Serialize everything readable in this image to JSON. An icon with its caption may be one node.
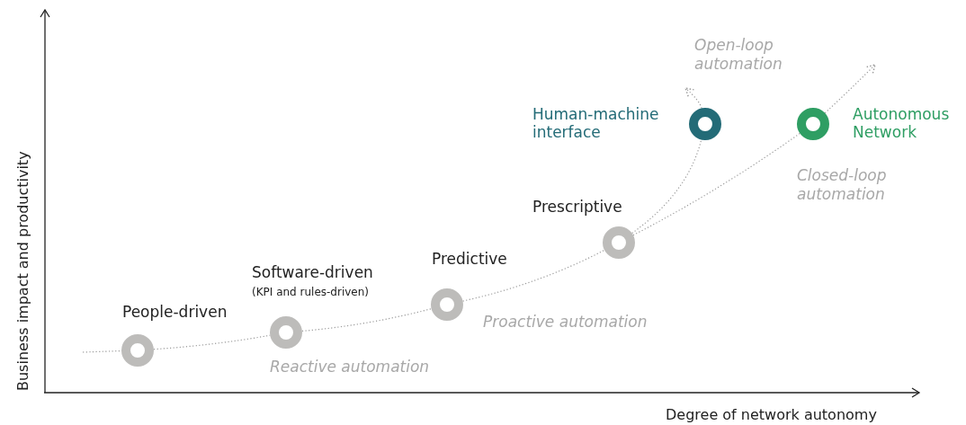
{
  "diagram": {
    "nodes": [
      {
        "text": [
          "People-driven"
        ]
      },
      {
        "text": [
          "Software-driven",
          "(KPI and rules-driven)"
        ]
      },
      {
        "text": [
          "Predictive"
        ]
      },
      {
        "text": [
          "Prescriptive"
        ]
      },
      {
        "text": [
          "Human-machine interface"
        ]
      },
      {
        "text": [
          "Autonomous Network"
        ]
      }
    ],
    "edges": [
      {
        "from": null,
        "to": 0,
        "arrow": "none"
      },
      {
        "from": 0,
        "to": 1,
        "arrow": "none"
      },
      {
        "from": 1,
        "to": 2,
        "arrow": "none"
      },
      {
        "from": 2,
        "to": 3,
        "arrow": "none"
      },
      {
        "from": 3,
        "to": 4,
        "arrow": "none"
      },
      {
        "from": 3,
        "to": 5,
        "arrow": "none"
      },
      {
        "from": 4,
        "to": null,
        "arrow": "to"
      },
      {
        "from": 5,
        "to": null,
        "arrow": "to"
      }
    ],
    "labels": [
      "Open-loop automation",
      "Closed-loop automation",
      "Proactive automation",
      "Reactive automation",
      "Business impact and productivity",
      "Degree of network autonomy"
    ]
  }
}
